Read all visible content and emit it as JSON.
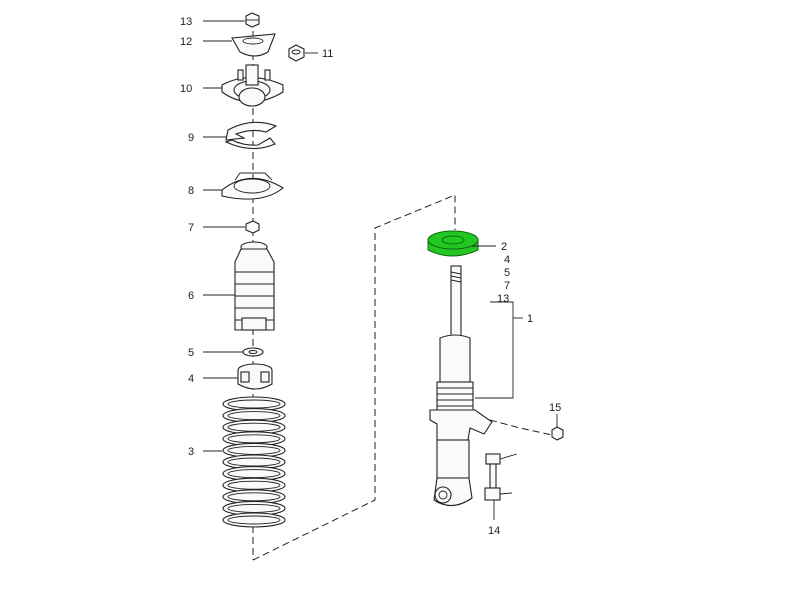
{
  "highlight_color": "#22c722",
  "callouts": {
    "c1": "1",
    "c2": "2",
    "c3": "3",
    "c4": "4",
    "c5": "5",
    "c6": "6",
    "c7": "7",
    "c8": "8",
    "c9": "9",
    "c10": "10",
    "c11": "11",
    "c12": "12",
    "c13": "13",
    "c14": "14",
    "c15": "15"
  },
  "group_labels": [
    "2",
    "4",
    "5",
    "7",
    "13"
  ]
}
